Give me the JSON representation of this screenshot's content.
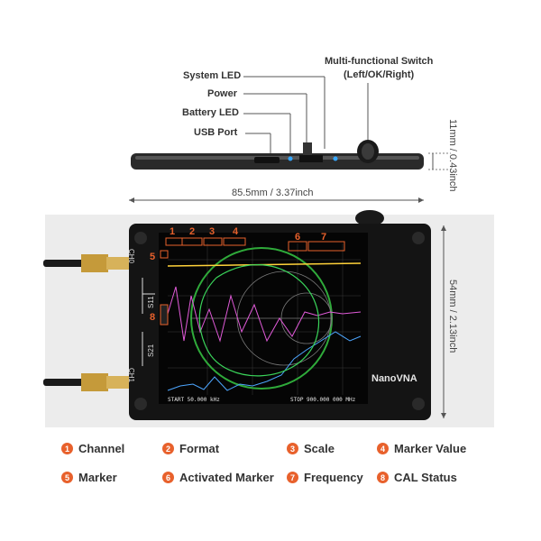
{
  "callouts": {
    "system_led": "System LED",
    "power": "Power",
    "battery_led": "Battery LED",
    "usb_port": "USB Port",
    "switch_line1": "Multi-functional Switch",
    "switch_line2": "(Left/OK/Right)"
  },
  "dimensions": {
    "thickness": "11mm / 0.43inch",
    "width": "85.5mm / 3.37inch",
    "height": "54mm / 2.13inch"
  },
  "device": {
    "brand": "NanoVNA",
    "ch0": "CH0",
    "ch1": "CH1",
    "s11": "S11",
    "s21": "S21",
    "start_freq": "START 50.000 kHz",
    "stop_freq": "STOP 900.000 000 MHz"
  },
  "screen_numbers": [
    "1",
    "2",
    "3",
    "4",
    "5",
    "6",
    "7",
    "8"
  ],
  "legend": [
    {
      "num": "1",
      "label": "Channel"
    },
    {
      "num": "2",
      "label": "Format"
    },
    {
      "num": "3",
      "label": "Scale"
    },
    {
      "num": "4",
      "label": "Marker Value"
    },
    {
      "num": "5",
      "label": "Marker"
    },
    {
      "num": "6",
      "label": "Activated Marker"
    },
    {
      "num": "7",
      "label": "Frequency"
    },
    {
      "num": "8",
      "label": "CAL Status"
    }
  ]
}
